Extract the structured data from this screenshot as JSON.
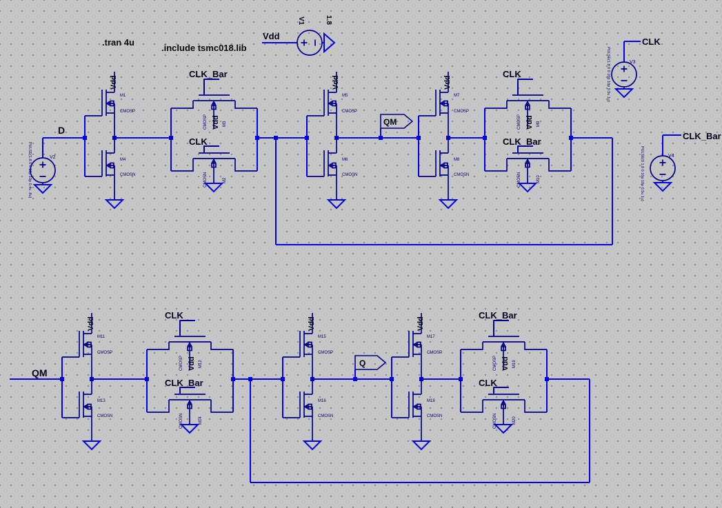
{
  "directives": {
    "tran": ".tran 4u",
    "include": ".include tsmc018.lib"
  },
  "nets": {
    "vdd": "Vdd",
    "d": "D",
    "clk": "CLK",
    "clk_bar": "CLK_Bar",
    "qm": "QM"
  },
  "ports": {
    "qm": "QM",
    "q": "Q"
  },
  "sources": {
    "v1": {
      "name": "V1",
      "value": "1.8"
    },
    "v2": {
      "name": "V2",
      "value": "PULSE(1.8 0 0 10p 10p 0.4u .8u)"
    },
    "v3": {
      "name": "V3",
      "value": "PULSE(1.8 0 0 10p 10p 0.5u 1u)"
    },
    "v4": {
      "name": "V4",
      "value": "PULSE(0 1.8 0 10p 10p 0.5u 1u)"
    }
  },
  "inverters": [
    {
      "pmos_name": "M1",
      "pmos_model": "CMOSP",
      "nmos_name": "M4",
      "nmos_model": "CMOSN"
    },
    {
      "pmos_name": "M5",
      "pmos_model": "CMOSP",
      "nmos_name": "M6",
      "nmos_model": "CMOSN"
    },
    {
      "pmos_name": "M7",
      "pmos_model": "CMOSP",
      "nmos_name": "M8",
      "nmos_model": "CMOSN"
    },
    {
      "pmos_name": "M11",
      "pmos_model": "CMOSP",
      "nmos_name": "M13",
      "nmos_model": "CMOSN"
    },
    {
      "pmos_name": "M15",
      "pmos_model": "CMOSP",
      "nmos_name": "M16",
      "nmos_model": "CMOSN"
    },
    {
      "pmos_name": "M17",
      "pmos_model": "CMOSP",
      "nmos_name": "M18",
      "nmos_model": "CMOSN"
    }
  ],
  "tgates": [
    {
      "top_gate": "CLK_Bar",
      "bottom_gate": "CLK",
      "bulk": "Vdd",
      "pmos_name": "M3",
      "pmos_model": "CMOSP",
      "nmos_name": "M2",
      "nmos_model": "CMOSN"
    },
    {
      "top_gate": "CLK",
      "bottom_gate": "CLK_Bar",
      "bulk": "Vdd",
      "pmos_name": "M9",
      "pmos_model": "CMOSP",
      "nmos_name": "M10",
      "nmos_model": "CMOSN"
    },
    {
      "top_gate": "CLK",
      "bottom_gate": "CLK_Bar",
      "bulk": "Vdd",
      "pmos_name": "M12",
      "pmos_model": "CMOSP",
      "nmos_name": "M14",
      "nmos_model": "CMOSN"
    },
    {
      "top_gate": "CLK_Bar",
      "bottom_gate": "CLK",
      "bulk": "Vdd",
      "pmos_name": "M19",
      "pmos_model": "CMOSP",
      "nmos_name": "M20",
      "nmos_model": "CMOSN"
    }
  ],
  "colors": {
    "canvas": "#c5c5c5",
    "wire": "#0000e6",
    "symbol": "#00008c",
    "label_text": "#00001e"
  }
}
